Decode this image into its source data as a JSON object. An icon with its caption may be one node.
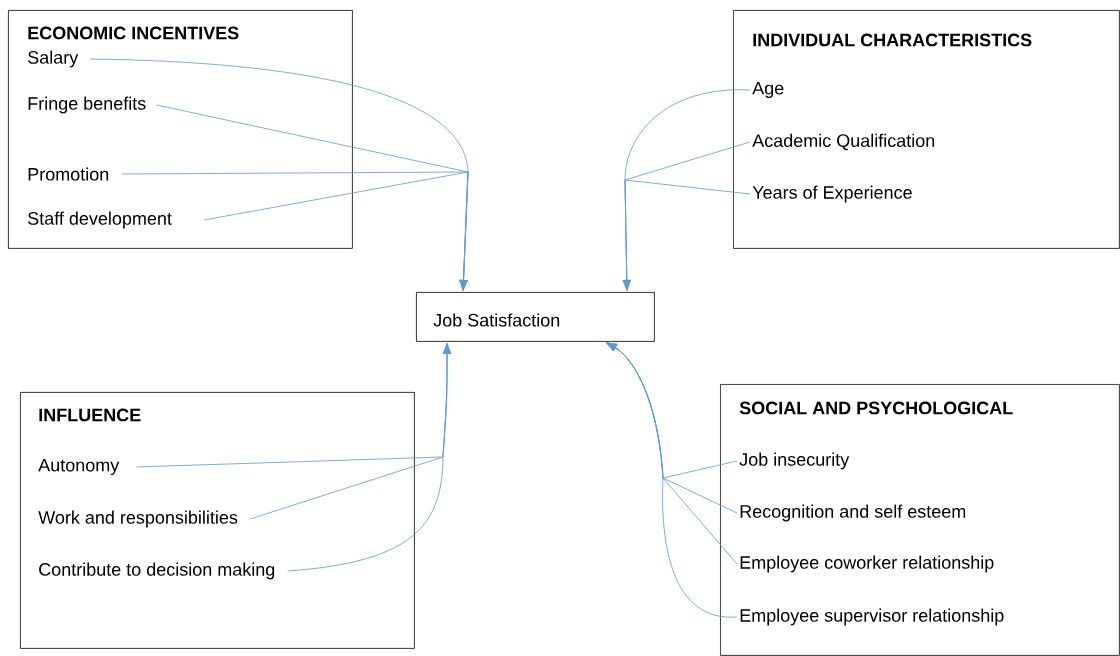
{
  "diagram": {
    "nodes": [
      {
        "text": [
          "ECONOMIC INCENTIVES"
        ]
      },
      {
        "text": [
          "Salary"
        ],
        "in": 0
      },
      {
        "text": [
          "Fringe benefits"
        ],
        "in": 0
      },
      {
        "text": [
          "Promotion"
        ],
        "in": 0
      },
      {
        "text": [
          "Staff development"
        ],
        "in": 0
      },
      {
        "text": [
          "INDIVIDUAL CHARACTERISTICS"
        ]
      },
      {
        "text": [
          "Age"
        ],
        "in": 5
      },
      {
        "text": [
          "Academic Qualification"
        ],
        "in": 5
      },
      {
        "text": [
          "Years of Experience"
        ],
        "in": 5
      },
      {
        "text": [
          "Job Satisfaction"
        ]
      },
      {
        "text": [
          "INFLUENCE"
        ]
      },
      {
        "text": [
          "Autonomy"
        ],
        "in": 10
      },
      {
        "text": [
          "Work and responsibilities"
        ],
        "in": 10
      },
      {
        "text": [
          "Contribute to decision making"
        ],
        "in": 10
      },
      {
        "text": [
          "SOCIAL AND PSYCHOLOGICAL"
        ]
      },
      {
        "text": [
          "Job insecurity"
        ],
        "in": 14
      },
      {
        "text": [
          "Recognition and self esteem"
        ],
        "in": 14
      },
      {
        "text": [
          "Employee coworker relationship"
        ],
        "in": 14
      },
      {
        "text": [
          "Employee supervisor relationship"
        ],
        "in": 14
      }
    ],
    "edges": [
      {
        "from": 1,
        "to": 9,
        "arrow": "to"
      },
      {
        "from": 2,
        "to": 9,
        "arrow": "to"
      },
      {
        "from": 3,
        "to": 9,
        "arrow": "to"
      },
      {
        "from": 4,
        "to": 9,
        "arrow": "to"
      },
      {
        "from": 6,
        "to": 9,
        "arrow": "to"
      },
      {
        "from": 7,
        "to": 9,
        "arrow": "to"
      },
      {
        "from": 8,
        "to": 9,
        "arrow": "to"
      },
      {
        "from": 11,
        "to": 9,
        "arrow": "to"
      },
      {
        "from": 12,
        "to": 9,
        "arrow": "to"
      },
      {
        "from": 13,
        "to": 9,
        "arrow": "to"
      },
      {
        "from": 15,
        "to": 9,
        "arrow": "to"
      },
      {
        "from": 16,
        "to": 9,
        "arrow": "to"
      },
      {
        "from": 17,
        "to": 9,
        "arrow": "to"
      },
      {
        "from": 18,
        "to": 9,
        "arrow": "to"
      }
    ]
  }
}
